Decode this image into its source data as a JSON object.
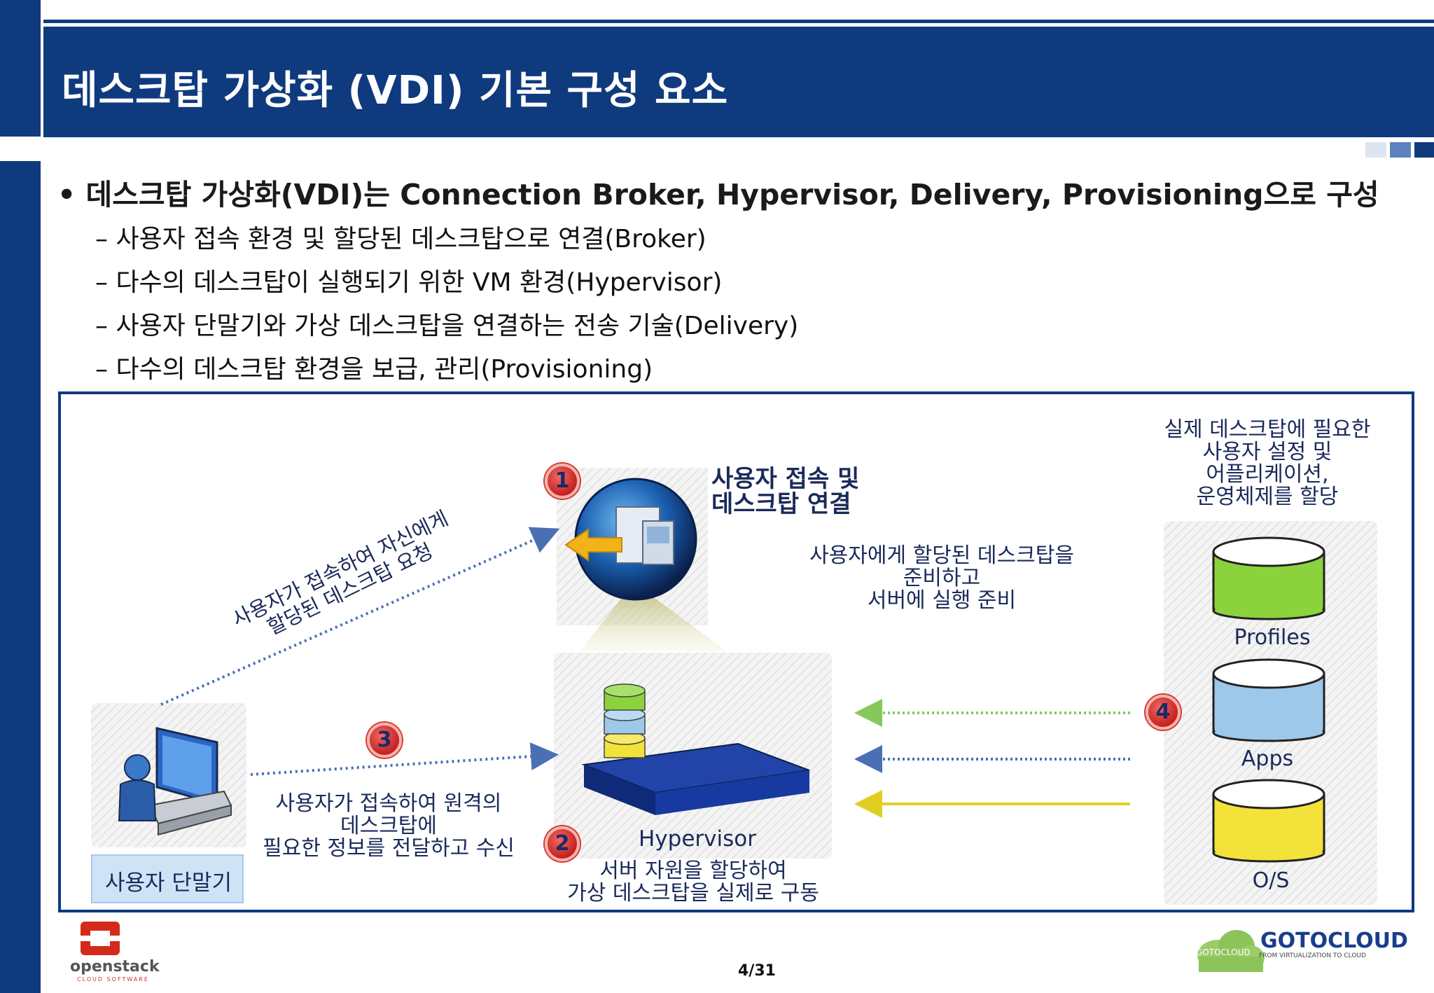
{
  "header": {
    "title": "데스크탑 가상화 (VDI) 기본 구성 요소"
  },
  "bullets": {
    "main": "데스크탑 가상화(VDI)는 Connection Broker, Hypervisor, Delivery, Provisioning으로 구성",
    "subs": [
      "– 사용자 접속 환경 및 할당된 데스크탑으로 연결(Broker)",
      "– 다수의 데스크탑이 실행되기 위한 VM 환경(Hypervisor)",
      "– 사용자 단말기와 가상 데스크탑을 연결하는 전송 기술(Delivery)",
      "– 다수의 데스크탑 환경을 보급, 관리(Provisioning)"
    ]
  },
  "diagram": {
    "badges": [
      "1",
      "2",
      "3",
      "4"
    ],
    "broker_heading": [
      "사용자 접속 및",
      "데스크탑 연결"
    ],
    "broker_note": [
      "사용자에게 할당된 데스크탑을",
      "준비하고",
      "서버에 실행 준비"
    ],
    "storage_note": [
      "실제 데스크탑에 필요한",
      "사용자 설정 및",
      "어플리케이션,",
      "운영체제를 할당"
    ],
    "request_note": [
      "사용자가 접속하여 자신에게",
      "할당된 데스크탑 요청"
    ],
    "client_note": [
      "사용자가 접속하여 원격의",
      "데스크탑에",
      "필요한 정보를 전달하고 수신"
    ],
    "client_label": "사용자 단말기",
    "hypervisor_label": "Hypervisor",
    "hypervisor_note": [
      "서버 자원을 할당하여",
      "가상 데스크탑을 실제로 구동"
    ],
    "databases": [
      {
        "label": "Profiles",
        "color": "#8bd23c"
      },
      {
        "label": "Apps",
        "color": "#9ec8ea"
      },
      {
        "label": "O/S",
        "color": "#f3e23a"
      }
    ],
    "arrow_colors": {
      "profiles": "#86c85a",
      "apps": "#4a6fb5",
      "os": "#e0cf22"
    }
  },
  "footer": {
    "page_number": "4/31",
    "openstack_name": "openstack",
    "openstack_sub": "CLOUD SOFTWARE",
    "gotocloud_name": "GOTOCLOUD",
    "gotocloud_tagline": "FROM VIRTUALIZATION TO CLOUD",
    "gotocloud_badge": "GOTOCLOUD"
  },
  "colors": {
    "brand_navy": "#0f3a7e",
    "badge_red": "#d63a30"
  }
}
